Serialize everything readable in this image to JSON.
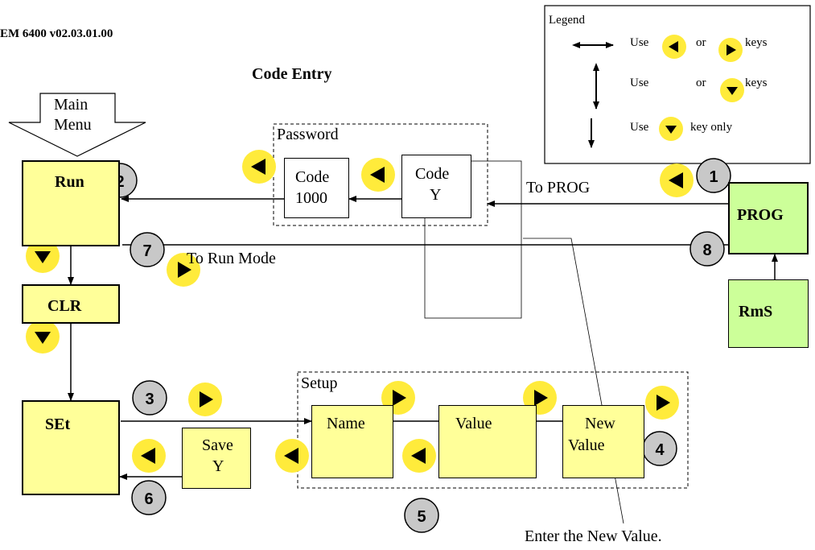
{
  "header": {
    "version": "EM 6400 v02.03.01.00",
    "title": "Code Entry"
  },
  "main_menu": {
    "line1": "Main",
    "line2": "Menu"
  },
  "password": {
    "group_label": "Password",
    "code1000_line1": "Code",
    "code1000_line2": "1000",
    "codey_line1": "Code",
    "codey_line2": "Y"
  },
  "setup": {
    "group_label": "Setup",
    "name": "Name",
    "value": "Value",
    "new_value_line1": "New",
    "new_value_line2": "Value"
  },
  "save": {
    "line1": "Save",
    "line2": "Y"
  },
  "modes": {
    "run": "Run",
    "clr": "CLR",
    "set": "SEt",
    "prog": "PROG",
    "rms": "RmS"
  },
  "labels": {
    "to_prog": "To PROG",
    "to_run_mode": "To Run Mode",
    "enter_new_value": "Enter the New Value."
  },
  "steps": {
    "s1": "1",
    "s2": "2",
    "s3": "3",
    "s4": "4",
    "s5": "5",
    "s6": "6",
    "s7": "7",
    "s8": "8"
  },
  "legend": {
    "title": "Legend",
    "use": "Use",
    "or": "or",
    "keys": "keys",
    "key_only": "key only"
  },
  "colors": {
    "key_yellow": "#ffeb3b",
    "box_yellow": "#ffff99",
    "box_green": "#ccff99",
    "step_grey": "#c8c8c8"
  }
}
